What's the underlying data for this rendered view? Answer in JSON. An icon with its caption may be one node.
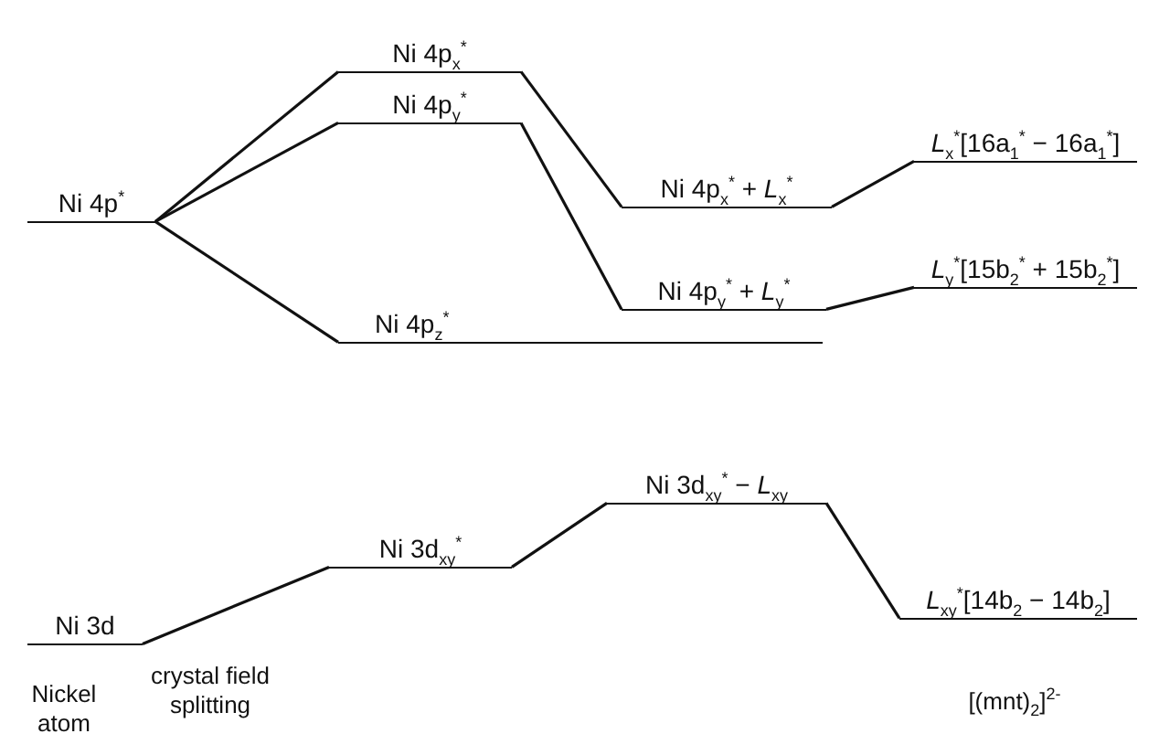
{
  "diagram": {
    "nodes": [
      {
        "text": [
          "Ni 4p$^{*}$"
        ]
      },
      {
        "text": [
          "Ni 4p$_{x}$$^{*}$"
        ]
      },
      {
        "text": [
          "Ni 4p$_{y}$$^{*}$"
        ]
      },
      {
        "text": [
          "Ni 4p$_{z}$$^{*}$"
        ]
      },
      {
        "text": [
          "Ni 4p$_{x}$$^{*}$ + *L*$_{x}$$^{*}$"
        ]
      },
      {
        "text": [
          "Ni 4p$_{y}$$^{*}$ + *L*$_{y}$$^{*}$"
        ]
      },
      {
        "text": [
          "*L*$_{x}$$^{*}$[16a$_{1}$$^{*}$ − 16a$_{1}$$^{*}$]"
        ]
      },
      {
        "text": [
          "*L*$_{y}$$^{*}$[15b$_{2}$$^{*}$ + 15b$_{2}$$^{*}$]"
        ]
      },
      {
        "text": [
          "Ni 3d"
        ]
      },
      {
        "text": [
          "Ni 3d$_{xy}$$^{*}$"
        ]
      },
      {
        "text": [
          "Ni 3d$_{xy}$$^{*}$ − *L*$_{xy}$"
        ]
      },
      {
        "text": [
          "*L*$_{xy}$$^{*}$[14b$_{2}$ − 14b$_{2}$]"
        ]
      }
    ],
    "edges": [
      {
        "from": 0,
        "to": 1,
        "arrow": "none"
      },
      {
        "from": 0,
        "to": 2,
        "arrow": "none"
      },
      {
        "from": 0,
        "to": 3,
        "arrow": "none"
      },
      {
        "from": 1,
        "to": 4,
        "arrow": "none"
      },
      {
        "from": 2,
        "to": 5,
        "arrow": "none"
      },
      {
        "from": 4,
        "to": 6,
        "arrow": "none"
      },
      {
        "from": 5,
        "to": 7,
        "arrow": "none"
      },
      {
        "from": 8,
        "to": 9,
        "arrow": "none"
      },
      {
        "from": 9,
        "to": 10,
        "arrow": "none"
      },
      {
        "from": 10,
        "to": 11,
        "arrow": "none"
      }
    ],
    "labels": [
      "crystal field splitting",
      "Nickel atom",
      "[(mnt)$_{2}$]$^{2-}$"
    ]
  }
}
